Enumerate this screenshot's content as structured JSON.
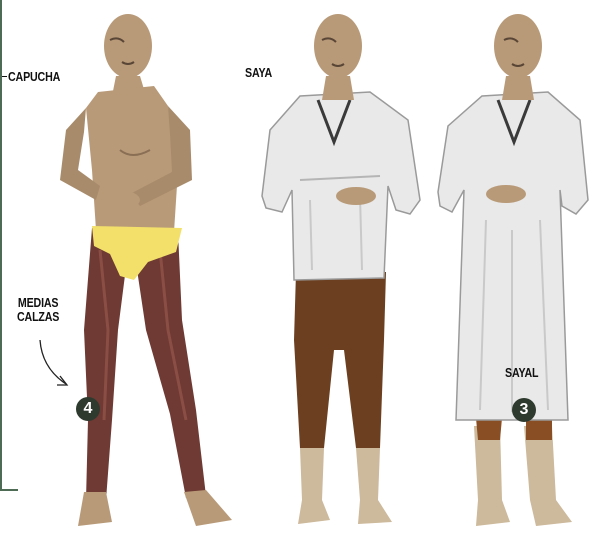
{
  "labels": {
    "capucha": "CAPUCHA",
    "saya": "SAYA",
    "medias_line1": "MEDIAS",
    "medias_line2": "CALZAS",
    "sayal": "SAYAL"
  },
  "badges": {
    "left": "4",
    "right": "3"
  },
  "colors": {
    "skin": "#b89a78",
    "skin_shadow": "#8a6f55",
    "tunic": "#e9e9e9",
    "tunic_shadow": "#b5b5b5",
    "hose_red": "#6e3a33",
    "hose_brown": "#6b3f1f",
    "loincloth": "#f2e06a",
    "badge": "#2f3a2f",
    "frame": "#4e6b56"
  },
  "figures": [
    "nearly-nude-figure",
    "saya-figure",
    "sayal-figure"
  ]
}
